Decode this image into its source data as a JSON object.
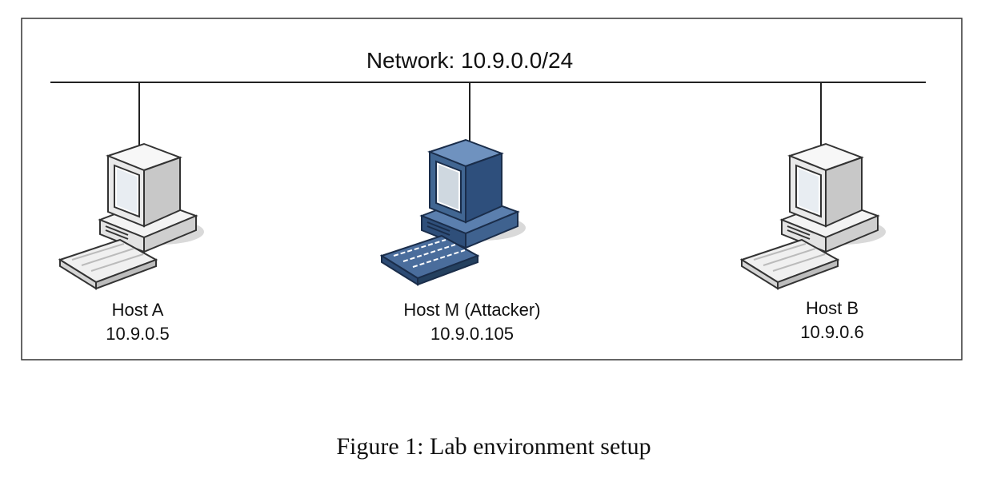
{
  "network": {
    "label": "Network: 10.9.0.0/24"
  },
  "hosts": [
    {
      "name": "Host A",
      "ip": "10.9.0.5",
      "style": "light",
      "icon": "desktop-computer-icon"
    },
    {
      "name": "Host M (Attacker)",
      "ip": "10.9.0.105",
      "style": "dark-blue",
      "icon": "desktop-computer-icon"
    },
    {
      "name": "Host B",
      "ip": "10.9.0.6",
      "style": "light",
      "icon": "desktop-computer-icon"
    }
  ],
  "caption": "Figure 1: Lab environment setup",
  "colors": {
    "light_body": "#e6e6e6",
    "dark_body": "#3d5f8c",
    "screen": "#cfd8e0",
    "border": "#555555"
  }
}
